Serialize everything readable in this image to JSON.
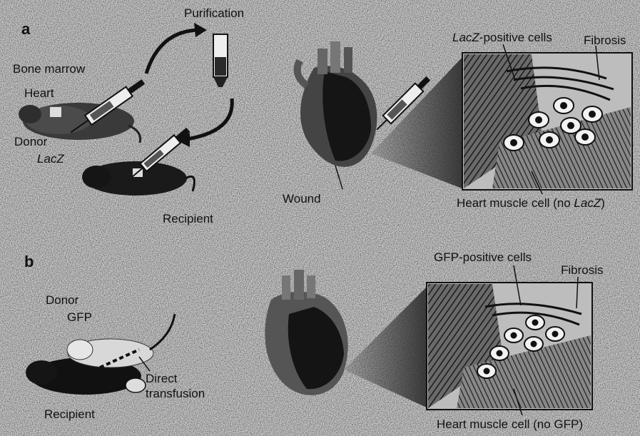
{
  "panel_a": {
    "letter": "a",
    "purification": "Purification",
    "bone_marrow": "Bone marrow",
    "heart": "Heart",
    "donor": "Donor",
    "lacz": "LacZ",
    "recipient": "Recipient",
    "wound": "Wound",
    "lacz_positive_italic": "LacZ",
    "lacz_positive_rest": "-positive cells",
    "fibrosis": "Fibrosis",
    "muscle_text": "Heart muscle cell (no ",
    "muscle_italic": "LacZ",
    "muscle_close": ")"
  },
  "panel_b": {
    "letter": "b",
    "donor": "Donor",
    "gfp": "GFP",
    "direct": "Direct",
    "transfusion": "transfusion",
    "recipient": "Recipient",
    "gfp_positive": "GFP-positive cells",
    "fibrosis": "Fibrosis",
    "muscle": "Heart muscle cell (no GFP)"
  }
}
